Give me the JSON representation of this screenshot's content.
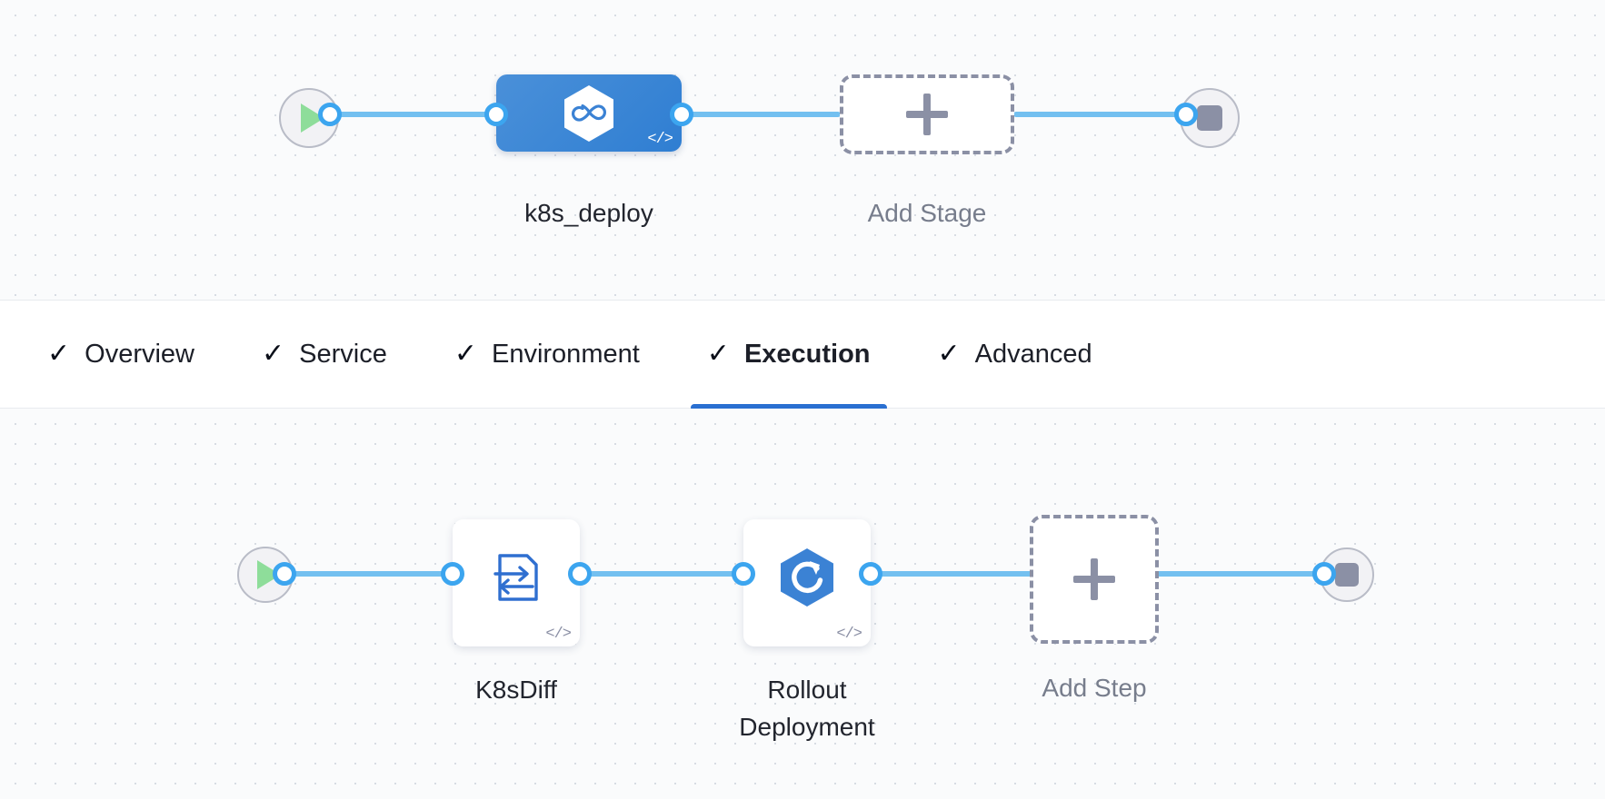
{
  "pipeline": {
    "stage_graph": {
      "start_node": {
        "icon": "play-icon",
        "name": "pipeline-start"
      },
      "end_node": {
        "icon": "stop-icon",
        "name": "pipeline-end"
      },
      "nodes": [
        {
          "label": "k8s_deploy",
          "type": "stage",
          "icon": "harness-hexagon-icon",
          "code_badge": "</>",
          "selected": true
        },
        {
          "label": "Add Stage",
          "type": "add",
          "icon": "plus-icon"
        }
      ]
    },
    "step_graph": {
      "start_node": {
        "icon": "play-icon",
        "name": "execution-start"
      },
      "end_node": {
        "icon": "stop-icon",
        "name": "execution-end"
      },
      "nodes": [
        {
          "label": "K8sDiff",
          "type": "step",
          "icon": "k8s-diff-icon",
          "code_badge": "</>"
        },
        {
          "label": "Rollout\nDeployment",
          "type": "step",
          "icon": "rollout-deployment-icon",
          "code_badge": "</>"
        },
        {
          "label": "Add Step",
          "type": "add",
          "icon": "plus-icon"
        }
      ]
    }
  },
  "tabs": [
    {
      "label": "Overview",
      "check": "✓",
      "active": false
    },
    {
      "label": "Service",
      "check": "✓",
      "active": false
    },
    {
      "label": "Environment",
      "check": "✓",
      "active": false
    },
    {
      "label": "Execution",
      "check": "✓",
      "active": true
    },
    {
      "label": "Advanced",
      "check": "✓",
      "active": false
    }
  ],
  "colors": {
    "accent_blue": "#2a6fd1",
    "stage_blue": "#3b82d4",
    "connector_blue": "#73c0f0",
    "port_blue": "#3ca5ef",
    "dashed_gray": "#8b90a5",
    "play_green": "#8edd9a",
    "canvas_bg": "#fafbfc"
  }
}
